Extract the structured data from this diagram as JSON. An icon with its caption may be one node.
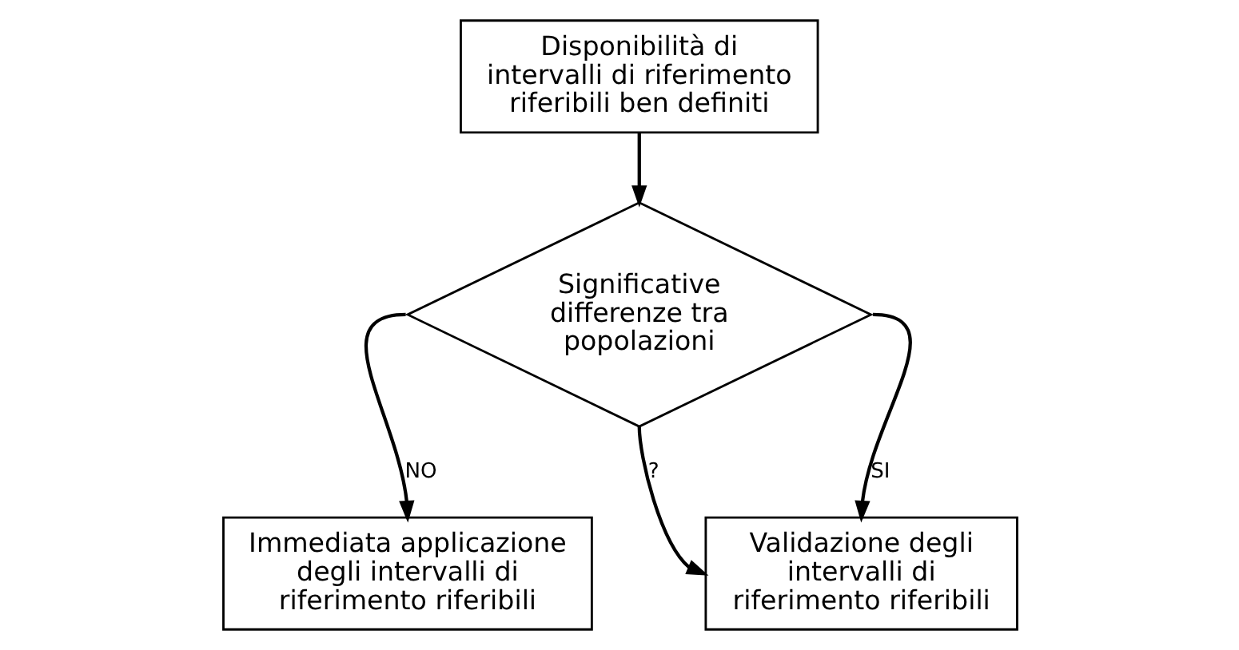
{
  "diagram": {
    "nodes": [
      {
        "text": [
          "Disponibilità di intervalli di riferimento riferibili ben definiti"
        ]
      },
      {
        "text": [
          "Significative differenze tra popolazioni"
        ]
      },
      {
        "text": [
          "Immediata applicazione degli intervalli di riferimento riferibili"
        ]
      },
      {
        "text": [
          "Validazione degli intervalli di riferimento riferibili"
        ]
      }
    ],
    "edges": [
      {
        "from": 0,
        "to": 1,
        "arrow": "to"
      },
      {
        "from": 1,
        "to": 2,
        "arrow": "to",
        "label": "NO"
      },
      {
        "from": 1,
        "to": 3,
        "arrow": "to",
        "label": "SI"
      },
      {
        "from": 1,
        "to": 3,
        "arrow": "to",
        "label": "?"
      }
    ]
  }
}
